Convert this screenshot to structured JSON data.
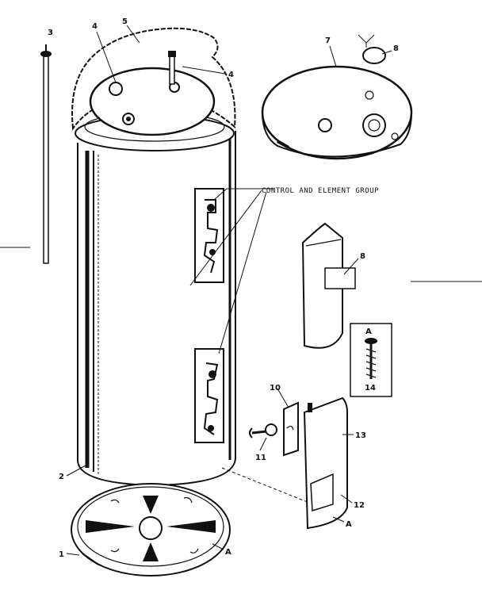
{
  "group_label": "CONTROL AND ELEMENT GROUP",
  "callouts": {
    "c1": "1",
    "c2": "2",
    "c3": "3",
    "c4a": "4",
    "c4b": "4",
    "c5": "5",
    "c7": "7",
    "c8a": "8",
    "c8b": "8",
    "c10": "10",
    "c11": "11",
    "c12": "12",
    "c13": "13",
    "c14": "14",
    "cA1": "A",
    "cA2": "A",
    "cA3": "A"
  }
}
